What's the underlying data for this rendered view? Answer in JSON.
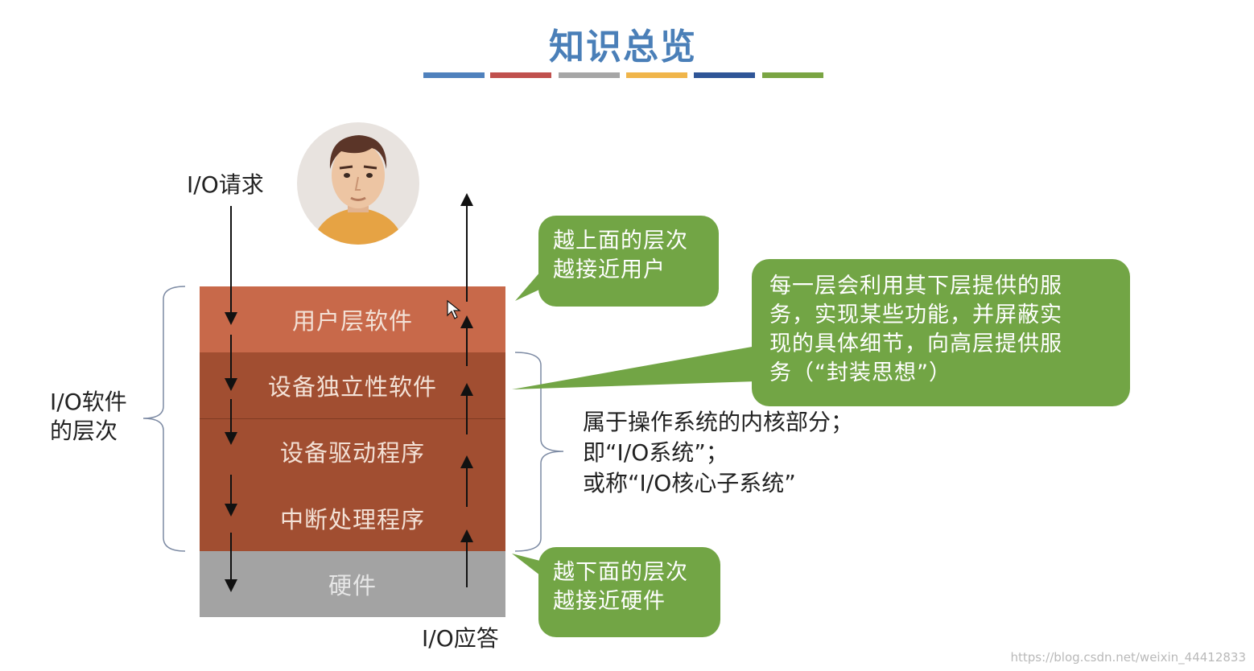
{
  "title": "知识总览",
  "stripe_colors": [
    "#4f81bd",
    "#c0504d",
    "#a6a6a6",
    "#f0b54a",
    "#2f5597",
    "#7aa543"
  ],
  "layers": {
    "user": "用户层软件",
    "device_independent": "设备独立性软件",
    "driver": "设备驱动程序",
    "interrupt": "中断处理程序",
    "hardware": "硬件"
  },
  "labels": {
    "io_request": "I/O请求",
    "io_response": "I/O应答",
    "io_software_line1": "I/O软件",
    "io_software_line2": "的层次"
  },
  "bubbles": {
    "top_line1": "越上面的层次",
    "top_line2": "越接近用户",
    "bottom_line1": "越下面的层次",
    "bottom_line2": "越接近硬件",
    "service_line1": "每一层会利用其下层提供的服",
    "service_line2": "务，实现某些功能，并屏蔽实",
    "service_line3": "现的具体细节，向高层提供服",
    "service_line4": "务（“封装思想”）"
  },
  "kernel_note": {
    "line1": "属于操作系统的内核部分；",
    "line2": "即“I/O系统”；",
    "line3": "或称“I/O核心子系统”"
  },
  "colors": {
    "user_layer": "#c8694a",
    "kernel_layer": "#a14e31",
    "hardware_layer": "#a3a3a3",
    "bubble": "#72a545",
    "title": "#4a7fb8"
  },
  "icons": {
    "user_avatar": "person-avatar-icon",
    "cursor": "mouse-pointer-icon"
  },
  "watermark": "https://blog.csdn.net/weixin_44412833"
}
